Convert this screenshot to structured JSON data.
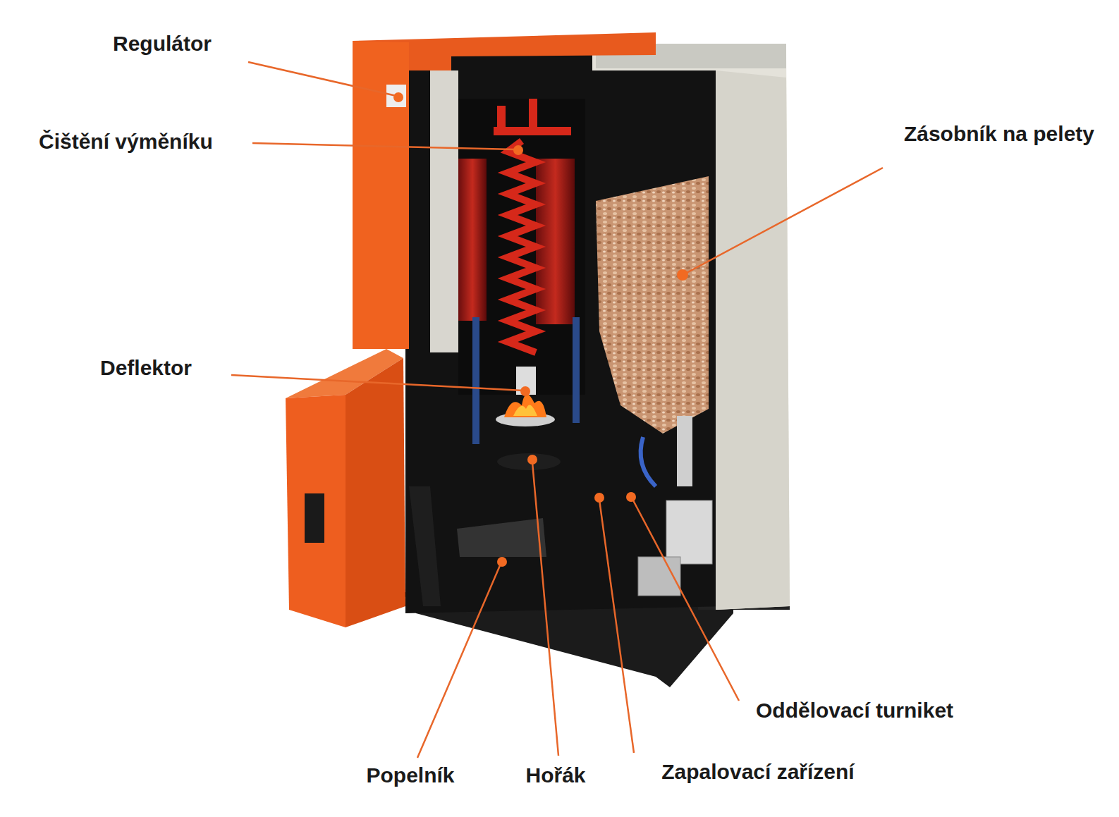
{
  "diagram": {
    "labels": [
      "Regulátor",
      "Čištění výměníku",
      "Zásobník na pelety",
      "Deflektor",
      "Oddělovací turniket",
      "Popelník",
      "Hořák",
      "Zapalovací zařízení"
    ]
  }
}
